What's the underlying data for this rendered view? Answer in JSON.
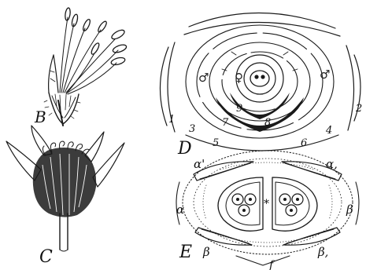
{
  "figure_labels": {
    "b": "B",
    "c": "C",
    "d": "D",
    "e": "E"
  },
  "diagram_d": {
    "ring_numbers": [
      "1",
      "2",
      "3",
      "4",
      "5",
      "6",
      "7",
      "8",
      "9"
    ],
    "symbols": {
      "male_left": "♂",
      "female_center": "♀",
      "male_right": "♂"
    }
  },
  "diagram_e": {
    "labels": {
      "alpha_prime": "α'",
      "alpha_sub": "α,",
      "alpha_left": "α",
      "beta_left": "β",
      "beta_right": "β",
      "beta_sub": "β,",
      "center_mark": "*",
      "f": "f"
    }
  },
  "colors": {
    "ink": "#1a1a1a",
    "paper": "#ffffff"
  }
}
